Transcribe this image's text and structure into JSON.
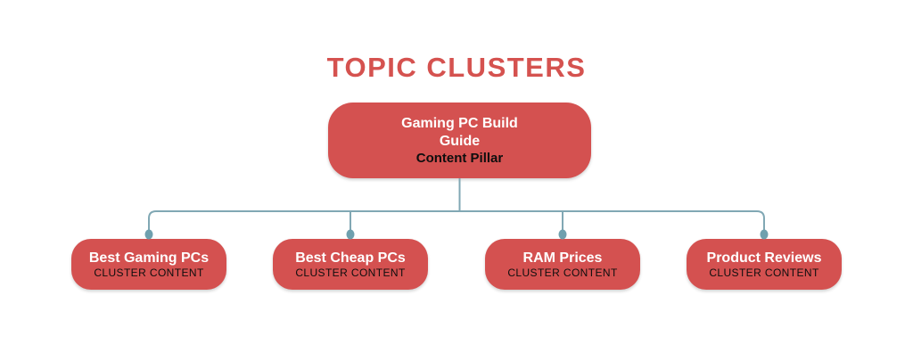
{
  "title": "TOPIC CLUSTERS",
  "colors": {
    "accent_red": "#d5524f",
    "node_red": "#d45150",
    "connector_teal": "#81a8b4",
    "connector_dot_teal": "#6fa0ae",
    "background": "#ffffff",
    "pillar_text": "#ffffff",
    "pillar_subtitle_text": "#0e0e0e"
  },
  "pillar": {
    "title_line1": "Gaming PC Build",
    "title_line2": "Guide",
    "subtitle": "Content Pillar"
  },
  "clusters": [
    {
      "label": "Best Gaming PCs",
      "sublabel": "CLUSTER CONTENT"
    },
    {
      "label": "Best Cheap PCs",
      "sublabel": "CLUSTER CONTENT"
    },
    {
      "label": "RAM Prices",
      "sublabel": "CLUSTER CONTENT"
    },
    {
      "label": "Product Reviews",
      "sublabel": "CLUSTER CONTENT"
    }
  ]
}
